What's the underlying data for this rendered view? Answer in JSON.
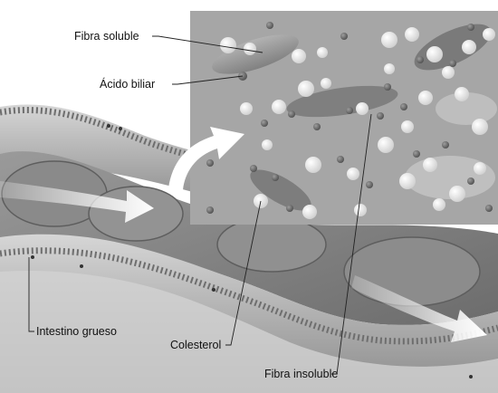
{
  "labels": {
    "fibra_soluble": "Fibra soluble",
    "acido_biliar": "Ácido biliar",
    "intestino_grueso": "Intestino grueso",
    "colesterol": "Colesterol",
    "fibra_insoluble": "Fibra insoluble"
  },
  "colors": {
    "background": "#ffffff",
    "tissue_dark": "#7a7a7a",
    "tissue_light": "#c9c9c9",
    "inset_bg": "#a4a4a4",
    "fiber": "#8e8e8e",
    "particle": "#f2f2f2",
    "leader_line": "#222222"
  },
  "icons": [
    "flow-arrow",
    "cholesterol-particle",
    "bile-acid-dot"
  ]
}
